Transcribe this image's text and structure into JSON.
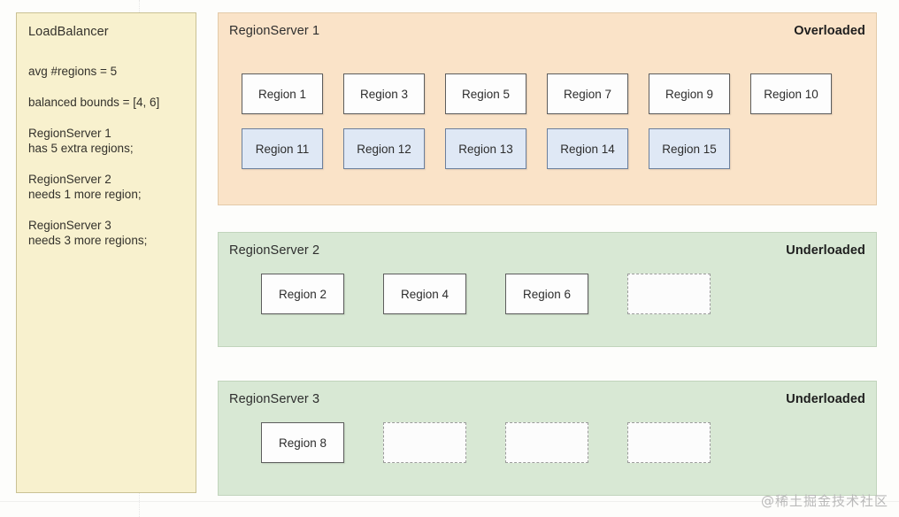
{
  "load_balancer": {
    "title": "LoadBalancer",
    "lines": [
      "avg #regions = 5",
      "balanced bounds = [4, 6]",
      "RegionServer 1\nhas 5 extra regions;",
      "RegionServer 2\nneeds 1 more region;",
      "RegionServer 3\nneeds 3 more regions;"
    ]
  },
  "servers": [
    {
      "name": "RegionServer 1",
      "status": "Overloaded",
      "color": "#fae3c8",
      "row1": [
        {
          "label": "Region 1",
          "style": "solid"
        },
        {
          "label": "Region 3",
          "style": "solid"
        },
        {
          "label": "Region 5",
          "style": "solid"
        },
        {
          "label": "Region 7",
          "style": "solid"
        },
        {
          "label": "Region 9",
          "style": "solid"
        },
        {
          "label": "Region 10",
          "style": "solid"
        }
      ],
      "row2": [
        {
          "label": "Region 11",
          "style": "blue"
        },
        {
          "label": "Region 12",
          "style": "blue"
        },
        {
          "label": "Region 13",
          "style": "blue"
        },
        {
          "label": "Region 14",
          "style": "blue"
        },
        {
          "label": "Region 15",
          "style": "blue"
        }
      ]
    },
    {
      "name": "RegionServer 2",
      "status": "Underloaded",
      "color": "#d8e8d4",
      "row1": [
        {
          "label": "Region 2",
          "style": "solid"
        },
        {
          "label": "Region 4",
          "style": "solid"
        },
        {
          "label": "Region 6",
          "style": "solid"
        },
        {
          "label": "",
          "style": "empty"
        }
      ],
      "row2": []
    },
    {
      "name": "RegionServer 3",
      "status": "Underloaded",
      "color": "#d8e8d4",
      "row1": [
        {
          "label": "Region 8",
          "style": "solid"
        },
        {
          "label": "",
          "style": "empty"
        },
        {
          "label": "",
          "style": "empty"
        },
        {
          "label": "",
          "style": "empty"
        }
      ],
      "row2": []
    }
  ],
  "watermark": "@稀土掘金技术社区"
}
